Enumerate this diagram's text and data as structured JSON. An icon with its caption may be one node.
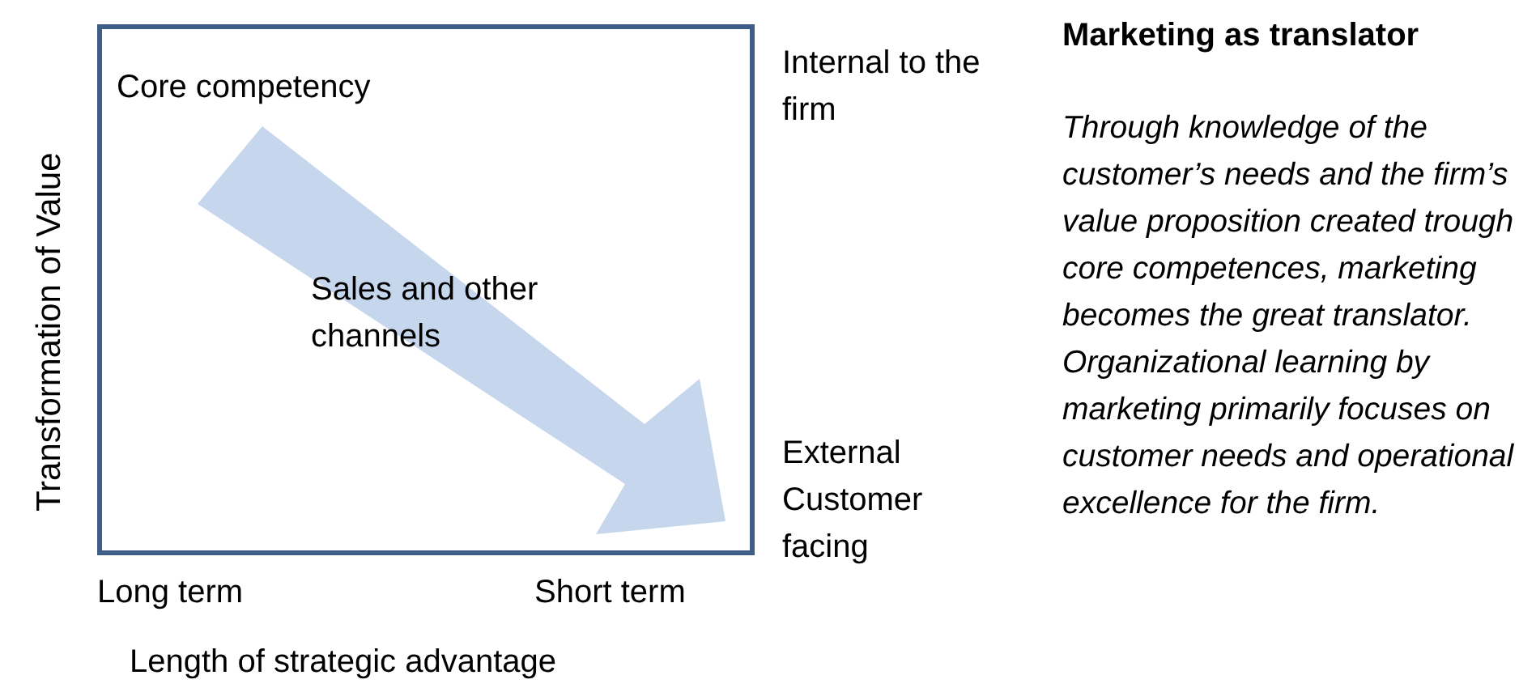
{
  "diagram": {
    "title": "Marketing as translator",
    "labels": [
      "Core competency",
      "Sales and other channels",
      "Internal to the firm",
      "External Customer facing",
      "Transformation of Value",
      "Long term",
      "Short term",
      "Length of strategic advantage",
      "Through knowledge of the customer’s needs and the firm’s value proposition created trough core competences, marketing becomes the great translator. Organizational learning by marketing primarily focuses on customer needs and operational excellence for the firm."
    ]
  }
}
